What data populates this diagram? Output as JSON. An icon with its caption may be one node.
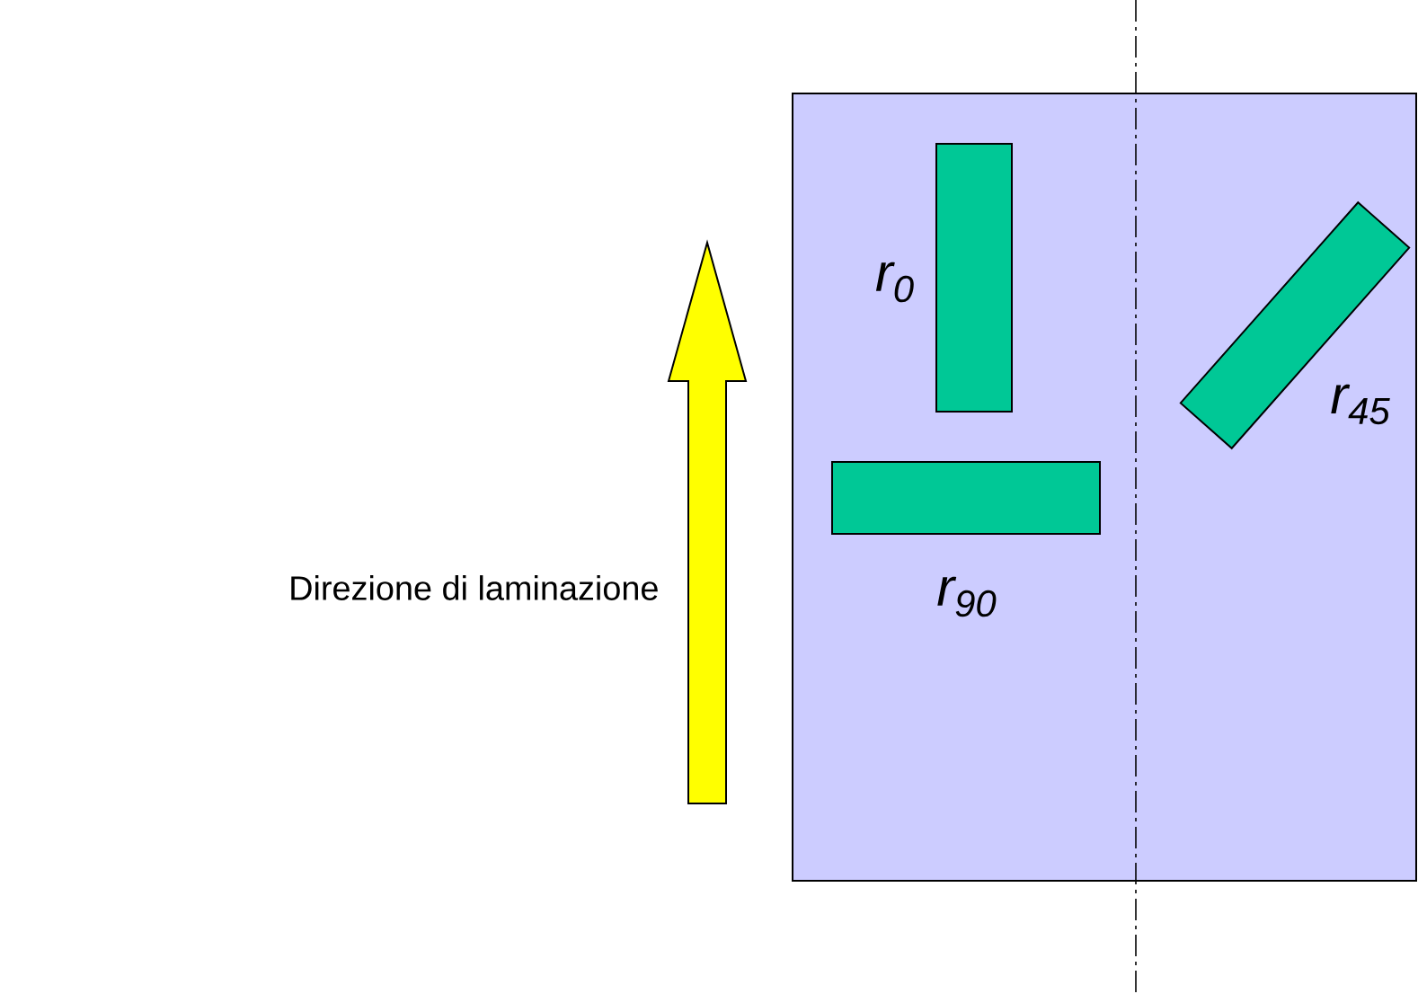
{
  "diagram": {
    "nodes": [
      {
        "text": [],
        "shape": "box"
      },
      {
        "text": [],
        "shape": "bar",
        "in": 0,
        "beside": [
          "r$_{0}$"
        ]
      },
      {
        "text": [],
        "shape": "bar",
        "in": 0,
        "beside": [
          "r$_{45}$"
        ]
      },
      {
        "text": [],
        "shape": "bar",
        "in": 0,
        "beside": [
          "r$_{90}$"
        ]
      }
    ],
    "edges": [],
    "labels": [
      "Direzione di laminazione"
    ]
  }
}
